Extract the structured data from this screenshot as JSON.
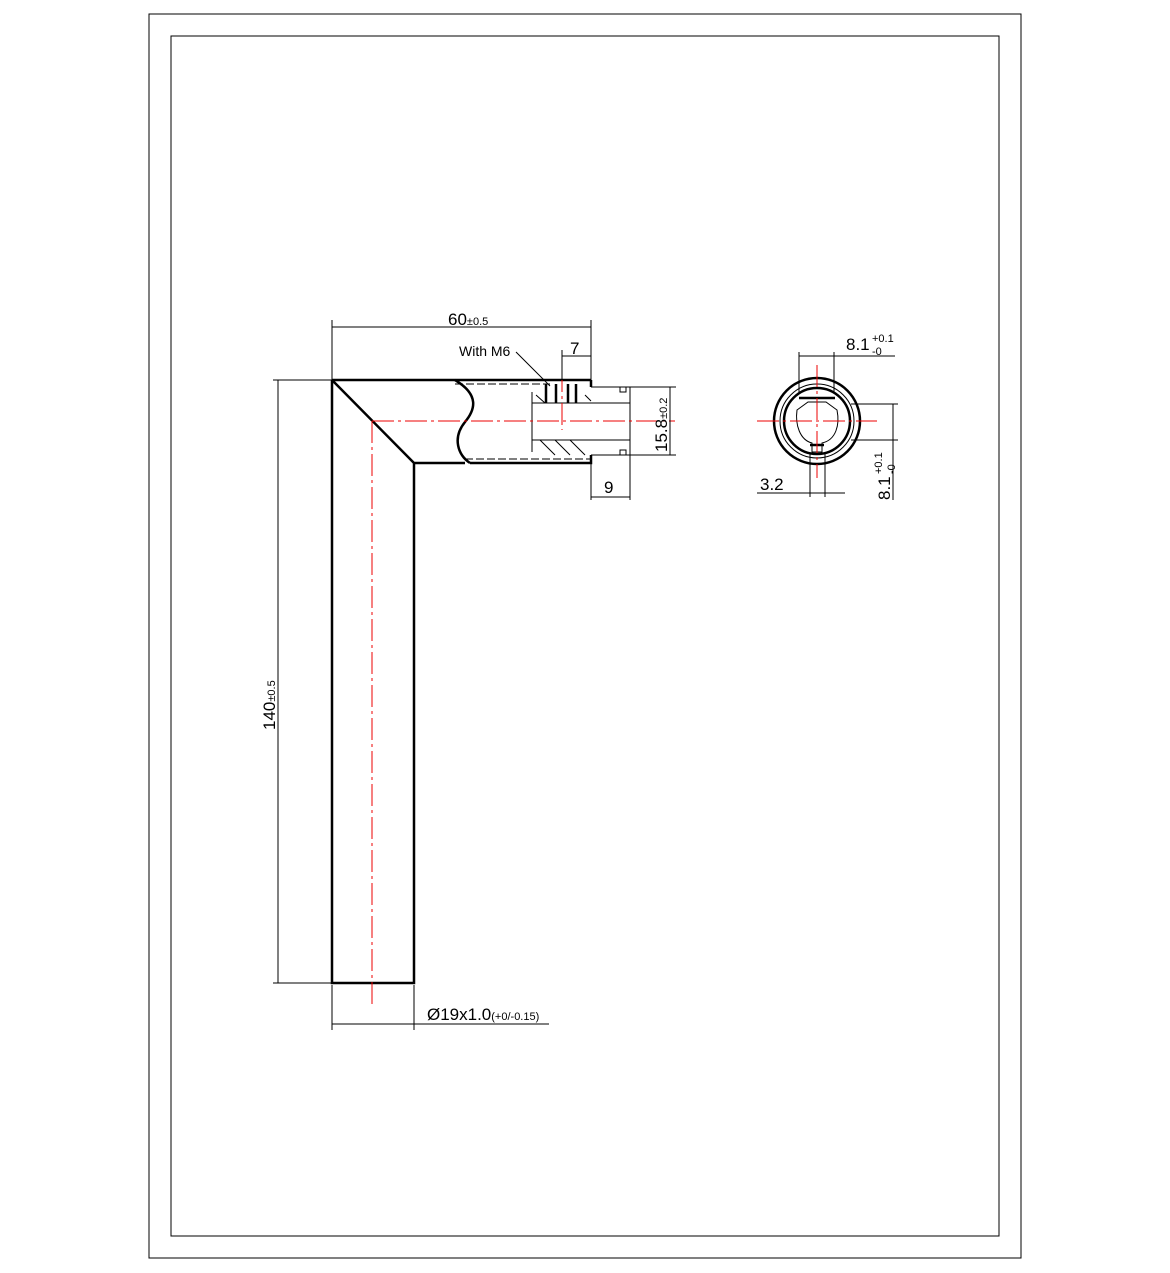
{
  "drawing": {
    "colors": {
      "outline": "#000000",
      "centerline": "#e00000"
    },
    "dimensions": {
      "overall_length": {
        "value": "60",
        "tolerance": "±0.5"
      },
      "thread_note": "With M6",
      "thread_offset": "7",
      "spindle_diameter": {
        "value": "15.8",
        "tolerance": "±0.2"
      },
      "spindle_length": "9",
      "height": {
        "value": "140",
        "tolerance": "±0.5"
      },
      "tube": {
        "value": "Ø19x1.0",
        "tolerance": "(+0/-0.15)"
      },
      "square_width": {
        "value": "8.1",
        "upper": "+0.1",
        "lower": "-0"
      },
      "square_height": {
        "value": "8.1",
        "upper": "+0.1",
        "lower": "-0"
      },
      "slot_width": "3.2"
    }
  }
}
